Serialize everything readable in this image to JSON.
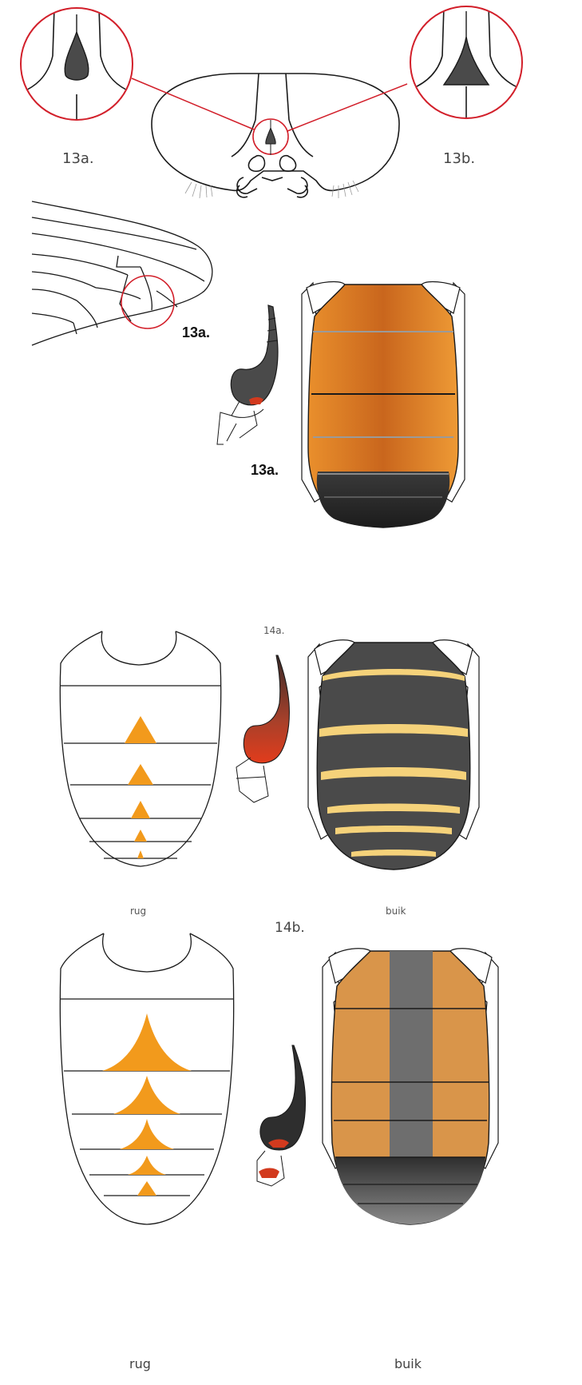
{
  "labels": {
    "fig13a_head": "13a.",
    "fig13b_head": "13b.",
    "fig13a_wing": "13a.",
    "fig13a_leg": "13a.",
    "fig14a": "14a.",
    "fig14a_rug": "rug",
    "fig14a_buik": "buik",
    "fig14b": "14b.",
    "fig14b_rug": "rug",
    "fig14b_buik": "buik"
  },
  "colors": {
    "outline": "#1a1a1a",
    "highlight_circle": "#d21f2a",
    "dark_grey": "#4a4a4a",
    "orange": "#e18a2a",
    "orange_dark": "#c4661a",
    "cream_band": "#f5d27a",
    "tan": "#d9954a",
    "grey_stripe": "#6e6e6e",
    "red_accent": "#d23a1e",
    "triangle_orange": "#f29a1c"
  }
}
